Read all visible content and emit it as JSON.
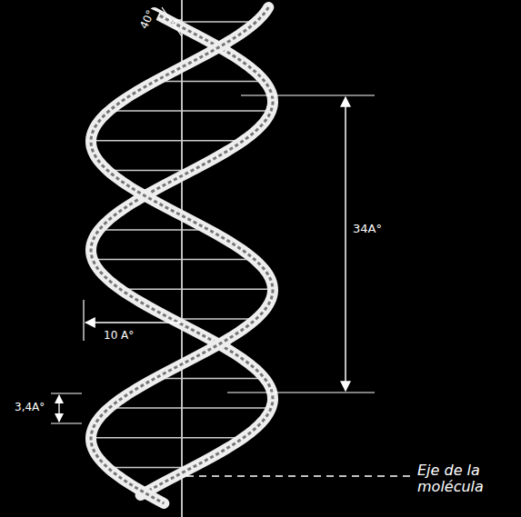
{
  "diagram": {
    "labels": [
      "40°",
      "34A°",
      "10 A°",
      "3,4A°",
      "Eje de la molécula"
    ]
  }
}
